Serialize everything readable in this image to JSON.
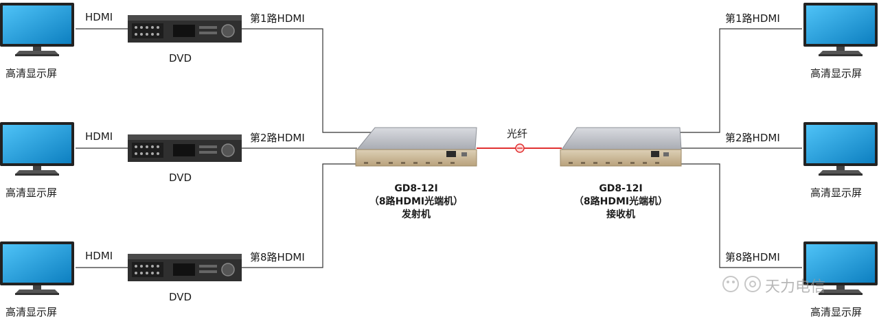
{
  "left": {
    "rows": [
      {
        "display_label": "高清显示屏",
        "input_label": "HDMI",
        "source_label": "DVD",
        "channel_label": "第1路HDMI"
      },
      {
        "display_label": "高清显示屏",
        "input_label": "HDMI",
        "source_label": "DVD",
        "channel_label": "第2路HDMI"
      },
      {
        "display_label": "高清显示屏",
        "input_label": "HDMI",
        "source_label": "DVD",
        "channel_label": "第8路HDMI"
      }
    ]
  },
  "transmitter": {
    "model": "GD8-12I",
    "desc": "（8路HDMI光端机）",
    "role": "发射机"
  },
  "fiber": {
    "label": "光纤"
  },
  "receiver": {
    "model": "GD8-12I",
    "desc": "（8路HDMI光端机）",
    "role": "接收机"
  },
  "right": {
    "rows": [
      {
        "channel_label": "第1路HDMI",
        "display_label": "高清显示屏"
      },
      {
        "channel_label": "第2路HDMI",
        "display_label": "高清显示屏"
      },
      {
        "channel_label": "第8路HDMI",
        "display_label": "高清显示屏"
      }
    ]
  },
  "watermark": {
    "text": "天力电信"
  },
  "colors": {
    "screen": "#1aa0d8",
    "bezel": "#2b2b2b",
    "fiber": "#e03030",
    "line": "#333333",
    "device_top": "#b9bcc2",
    "device_front": "#c9b79a"
  }
}
